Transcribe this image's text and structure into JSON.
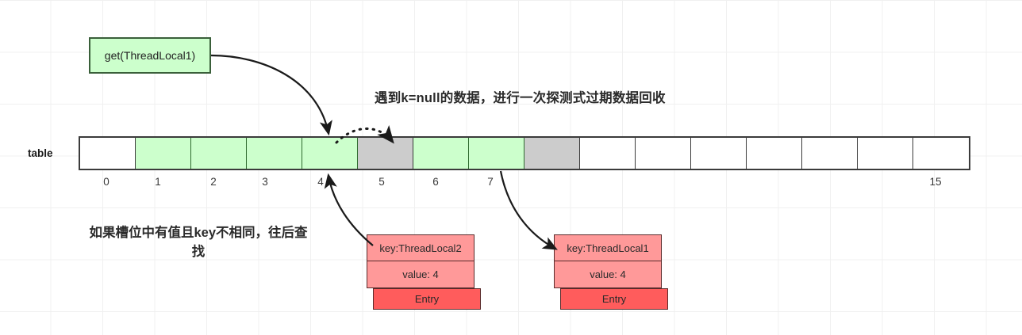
{
  "diagram": {
    "title_note": "遇到k=null的数据，进行一次探测式过期数据回收",
    "bottom_note": "如果槽位中有值且key不相同，往后查找",
    "call_box_label": "get(ThreadLocal1)",
    "table_label": "table",
    "colors": {
      "green": "#ccffcc",
      "gray": "#cccccc",
      "white": "#ffffff",
      "entry_body": "#ff9999",
      "entry_tag": "#ff5c5c",
      "border": "#3b3b3b",
      "grid": "#f0f0f0"
    }
  },
  "table": {
    "label": "table",
    "cells": [
      {
        "index": "0",
        "state": "white"
      },
      {
        "index": "1",
        "state": "green"
      },
      {
        "index": "2",
        "state": "green"
      },
      {
        "index": "3",
        "state": "green"
      },
      {
        "index": "4",
        "state": "green"
      },
      {
        "index": "5",
        "state": "gray"
      },
      {
        "index": "6",
        "state": "green"
      },
      {
        "index": "7",
        "state": "green"
      },
      {
        "index": "8",
        "state": "gray"
      },
      {
        "index": "9",
        "state": "white"
      },
      {
        "index": "10",
        "state": "white"
      },
      {
        "index": "11",
        "state": "white"
      },
      {
        "index": "12",
        "state": "white"
      },
      {
        "index": "13",
        "state": "white"
      },
      {
        "index": "14",
        "state": "white"
      },
      {
        "index": "15",
        "state": "white"
      }
    ],
    "visible_index_labels": [
      "0",
      "1",
      "2",
      "3",
      "4",
      "5",
      "6",
      "7",
      "15"
    ]
  },
  "entries": [
    {
      "id": "entry-1",
      "key": "key:ThreadLocal2",
      "value": "value: 4",
      "tag": "Entry",
      "points_to_slot": "4"
    },
    {
      "id": "entry-2",
      "key": "key:ThreadLocal1",
      "value": "value: 4",
      "tag": "Entry",
      "points_to_slot": "7"
    }
  ]
}
